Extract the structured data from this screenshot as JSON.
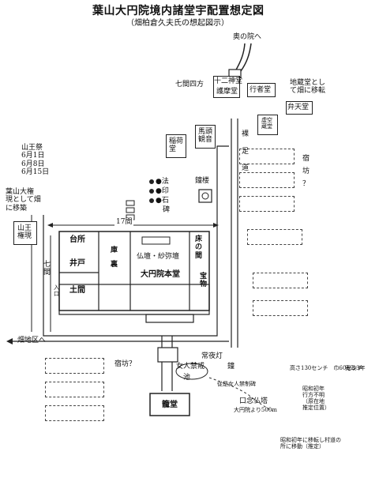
{
  "title": "葉山大円院境内諸堂宇配置想定図",
  "subtitle": "（畑柏倉久夫氏の想起図示）",
  "labels": {
    "okunoin": "奥の院へ",
    "shichiken": "七間四方",
    "juni_shinto": "十二神堂",
    "gomado": "護摩堂",
    "gyojado": "行者堂",
    "jizo": "地蔵堂とし\nて畑に移転",
    "bentendo": "弁天堂",
    "kokuzo": "虚空\n蔵堂",
    "bato": "馬頭\n観音",
    "inari": "稲荷\n堂",
    "hadashi": "裸\n足\n道",
    "sanno_sai": "山王祭\n6月1日\n6月8日\n6月15日",
    "hayama_gongen": "葉山大権\n現として畑\nに移築",
    "hou": "●法",
    "in": "●印",
    "seki": "●石",
    "hi": "碑",
    "shoro": "鐘楼",
    "shukubo_right": "宿\n坊\n？",
    "ju_nana_ken": "17間",
    "sanno_gongen": "山王\n権現",
    "daidokoro": "台所",
    "ido": "井戸",
    "kuri": "庫\n裏",
    "butsudan": "仏壇・紗弥壇",
    "hondo": "大円院本堂",
    "toko": "床\nの\n間",
    "houmotsu": "宝\n物",
    "doma": "土間",
    "nana_ken": "七\n間",
    "iriguchi": "入\n口",
    "hatake": "畑地区へ",
    "shukubo_left": "宿坊？",
    "joyato": "常夜灯",
    "nyonin": "女人禁戒",
    "ike": "池",
    "kane": "鐘",
    "kinsei": "従是女人禁制碑",
    "height": "高さ130センチ　巾60センチ",
    "kansei": "寛政3年",
    "nenbutsu": "口念仏塔",
    "ookisa": "大円院より500m",
    "yukue": "昭和初年\n行方不明\n（原在地\n推定位置）",
    "ryudo": "籠堂",
    "bottom_note": "昭和初年に移転し村道の\n所に移動（推定）"
  }
}
